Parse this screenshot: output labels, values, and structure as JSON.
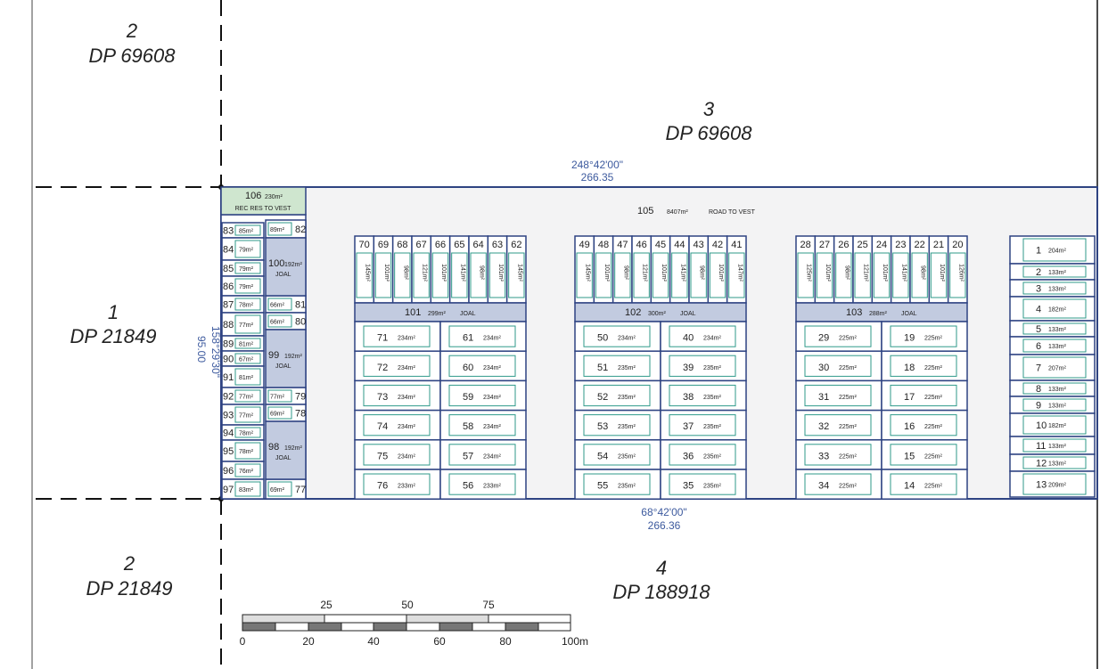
{
  "adjacent_parcels": {
    "top_left": {
      "lot": "2",
      "dp": "DP 69608"
    },
    "top": {
      "lot": "3",
      "dp": "DP 69608"
    },
    "left": {
      "lot": "1",
      "dp": "DP 21849"
    },
    "bottom_left": {
      "lot": "2",
      "dp": "DP 21849"
    },
    "bottom": {
      "lot": "4",
      "dp": "DP 188918"
    }
  },
  "boundaries": {
    "top": {
      "bearing": "248°42'00\"",
      "distance": "266.35"
    },
    "bottom": {
      "bearing": "68°42'00\"",
      "distance": "266.36"
    },
    "left": {
      "bearing": "158°29'30\"",
      "distance": "95.00"
    }
  },
  "road": {
    "lot": "105",
    "area": "8407m²",
    "label": "ROAD TO VEST"
  },
  "reserve": {
    "lot": "106",
    "area": "230m²",
    "label": "REC RES TO VEST"
  },
  "joals": [
    {
      "lot": "100",
      "area": "192m²",
      "label": "JOAL"
    },
    {
      "lot": "99",
      "area": "192m²",
      "label": "JOAL"
    },
    {
      "lot": "98",
      "area": "192m²",
      "label": "JOAL"
    },
    {
      "lot": "101",
      "area": "299m²",
      "label": "JOAL"
    },
    {
      "lot": "102",
      "area": "300m²",
      "label": "JOAL"
    },
    {
      "lot": "103",
      "area": "288m²",
      "label": "JOAL"
    }
  ],
  "west_strip": {
    "left": [
      {
        "lot": "83",
        "area": "85m²"
      },
      {
        "lot": "84",
        "area": "79m²"
      },
      {
        "lot": "85",
        "area": "79m²"
      },
      {
        "lot": "86",
        "area": "79m²"
      },
      {
        "lot": "87",
        "area": "78m²"
      },
      {
        "lot": "88",
        "area": "77m²"
      },
      {
        "lot": "89",
        "area": "81m²"
      },
      {
        "lot": "90",
        "area": "67m²"
      },
      {
        "lot": "91",
        "area": "81m²"
      },
      {
        "lot": "92",
        "area": "77m²"
      },
      {
        "lot": "93",
        "area": "77m²"
      },
      {
        "lot": "94",
        "area": "78m²"
      },
      {
        "lot": "95",
        "area": "78m²"
      },
      {
        "lot": "96",
        "area": "76m²"
      },
      {
        "lot": "97",
        "area": "83m²"
      }
    ],
    "right": [
      {
        "lot": "82",
        "area": "89m²"
      },
      {
        "lot": "81",
        "area": "66m²"
      },
      {
        "lot": "80",
        "area": "66m²"
      },
      {
        "lot": "79",
        "area": "77m²"
      },
      {
        "lot": "78",
        "area": "69m²"
      },
      {
        "lot": "77",
        "area": "69m²"
      }
    ]
  },
  "blocks": [
    {
      "top_row": [
        {
          "lot": "70",
          "area": "145m²"
        },
        {
          "lot": "69",
          "area": "101m²"
        },
        {
          "lot": "68",
          "area": "98m²"
        },
        {
          "lot": "67",
          "area": "121m²"
        },
        {
          "lot": "66",
          "area": "101m²"
        },
        {
          "lot": "65",
          "area": "141m²"
        },
        {
          "lot": "64",
          "area": "98m²"
        },
        {
          "lot": "63",
          "area": "101m²"
        },
        {
          "lot": "62",
          "area": "145m²"
        }
      ],
      "rows": [
        [
          {
            "lot": "71",
            "area": "234m²"
          },
          {
            "lot": "61",
            "area": "234m²"
          }
        ],
        [
          {
            "lot": "72",
            "area": "234m²"
          },
          {
            "lot": "60",
            "area": "234m²"
          }
        ],
        [
          {
            "lot": "73",
            "area": "234m²"
          },
          {
            "lot": "59",
            "area": "234m²"
          }
        ],
        [
          {
            "lot": "74",
            "area": "234m²"
          },
          {
            "lot": "58",
            "area": "234m²"
          }
        ],
        [
          {
            "lot": "75",
            "area": "234m²"
          },
          {
            "lot": "57",
            "area": "234m²"
          }
        ],
        [
          {
            "lot": "76",
            "area": "233m²"
          },
          {
            "lot": "56",
            "area": "233m²"
          }
        ]
      ]
    },
    {
      "top_row": [
        {
          "lot": "49",
          "area": "145m²"
        },
        {
          "lot": "48",
          "area": "101m²"
        },
        {
          "lot": "47",
          "area": "98m²"
        },
        {
          "lot": "46",
          "area": "121m²"
        },
        {
          "lot": "45",
          "area": "101m²"
        },
        {
          "lot": "44",
          "area": "141m²"
        },
        {
          "lot": "43",
          "area": "98m²"
        },
        {
          "lot": "42",
          "area": "101m²"
        },
        {
          "lot": "41",
          "area": "147m²"
        }
      ],
      "rows": [
        [
          {
            "lot": "50",
            "area": "234m²"
          },
          {
            "lot": "40",
            "area": "234m²"
          }
        ],
        [
          {
            "lot": "51",
            "area": "235m²"
          },
          {
            "lot": "39",
            "area": "235m²"
          }
        ],
        [
          {
            "lot": "52",
            "area": "235m²"
          },
          {
            "lot": "38",
            "area": "235m²"
          }
        ],
        [
          {
            "lot": "53",
            "area": "235m²"
          },
          {
            "lot": "37",
            "area": "235m²"
          }
        ],
        [
          {
            "lot": "54",
            "area": "235m²"
          },
          {
            "lot": "36",
            "area": "235m²"
          }
        ],
        [
          {
            "lot": "55",
            "area": "235m²"
          },
          {
            "lot": "35",
            "area": "235m²"
          }
        ]
      ]
    },
    {
      "top_row": [
        {
          "lot": "28",
          "area": "125m²"
        },
        {
          "lot": "27",
          "area": "101m²"
        },
        {
          "lot": "26",
          "area": "98m²"
        },
        {
          "lot": "25",
          "area": "121m²"
        },
        {
          "lot": "24",
          "area": "101m²"
        },
        {
          "lot": "23",
          "area": "141m²"
        },
        {
          "lot": "22",
          "area": "98m²"
        },
        {
          "lot": "21",
          "area": "101m²"
        },
        {
          "lot": "20",
          "area": "126m²"
        }
      ],
      "rows": [
        [
          {
            "lot": "29",
            "area": "225m²"
          },
          {
            "lot": "19",
            "area": "225m²"
          }
        ],
        [
          {
            "lot": "30",
            "area": "225m²"
          },
          {
            "lot": "18",
            "area": "225m²"
          }
        ],
        [
          {
            "lot": "31",
            "area": "225m²"
          },
          {
            "lot": "17",
            "area": "225m²"
          }
        ],
        [
          {
            "lot": "32",
            "area": "225m²"
          },
          {
            "lot": "16",
            "area": "225m²"
          }
        ],
        [
          {
            "lot": "33",
            "area": "225m²"
          },
          {
            "lot": "15",
            "area": "225m²"
          }
        ],
        [
          {
            "lot": "34",
            "area": "225m²"
          },
          {
            "lot": "14",
            "area": "225m²"
          }
        ]
      ]
    }
  ],
  "east_column": [
    {
      "lot": "1",
      "area": "204m²"
    },
    {
      "lot": "2",
      "area": "133m²"
    },
    {
      "lot": "3",
      "area": "133m²"
    },
    {
      "lot": "4",
      "area": "182m²"
    },
    {
      "lot": "5",
      "area": "133m²"
    },
    {
      "lot": "6",
      "area": "133m²"
    },
    {
      "lot": "7",
      "area": "207m²"
    },
    {
      "lot": "8",
      "area": "133m²"
    },
    {
      "lot": "9",
      "area": "133m²"
    },
    {
      "lot": "10",
      "area": "182m²"
    },
    {
      "lot": "11",
      "area": "133m²"
    },
    {
      "lot": "12",
      "area": "133m²"
    },
    {
      "lot": "13",
      "area": "209m²"
    }
  ],
  "scale_bar": {
    "top_labels": [
      "25",
      "50",
      "75"
    ],
    "bottom_labels": [
      "0",
      "20",
      "40",
      "60",
      "80",
      "100m"
    ]
  },
  "colors": {
    "lot_line": "#2e4382",
    "joal_fill": "#c2cbe0",
    "reserve_fill": "#cfe6cf",
    "road_fill": "#f3f3f4",
    "building_outline": "#2f9a8a",
    "bearing_text": "#3d5a9e"
  }
}
